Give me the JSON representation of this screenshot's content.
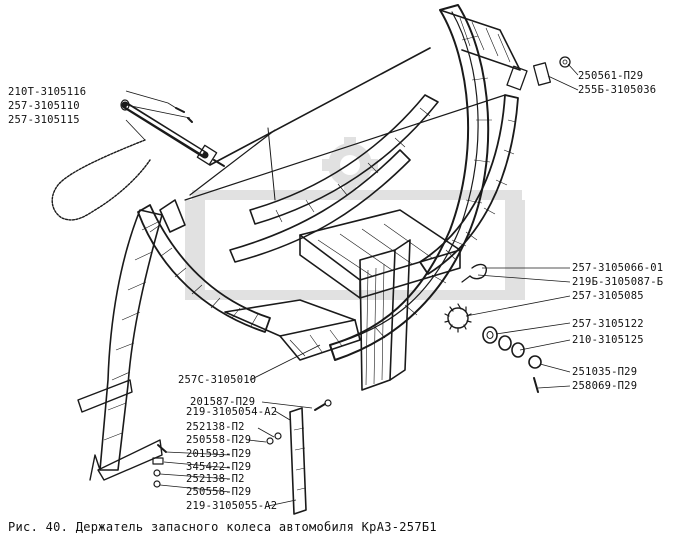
{
  "figure": {
    "caption": "Рис. 40. Держатель запасного колеса автомобиля КрАЗ-257Б1",
    "watermark_text": "ОРЕХ",
    "colors": {
      "ink": "#1a1a1a",
      "watermark": "#c9c9c9",
      "background": "#ffffff"
    }
  },
  "callouts": [
    {
      "id": "c1",
      "label": "210Т-3105116"
    },
    {
      "id": "c2",
      "label": "257-3105110"
    },
    {
      "id": "c3",
      "label": "257-3105115"
    },
    {
      "id": "c4",
      "label": "250561-П29"
    },
    {
      "id": "c5",
      "label": "255Б-3105036"
    },
    {
      "id": "c6",
      "label": "257-3105066-01"
    },
    {
      "id": "c7",
      "label": "219Б-3105087-Б"
    },
    {
      "id": "c8",
      "label": "257-3105085"
    },
    {
      "id": "c9",
      "label": "257-3105122"
    },
    {
      "id": "c10",
      "label": "210-3105125"
    },
    {
      "id": "c11",
      "label": "251035-П29"
    },
    {
      "id": "c12",
      "label": "258069-П29"
    },
    {
      "id": "c13",
      "label": "257С-3105010"
    },
    {
      "id": "c14",
      "label": "201587-П29"
    },
    {
      "id": "c15",
      "label": "219-3105054-А2"
    },
    {
      "id": "c16",
      "label": "252138-П2"
    },
    {
      "id": "c17",
      "label": "250558-П29"
    },
    {
      "id": "c18",
      "label": "201593-П29"
    },
    {
      "id": "c19",
      "label": "345422-П29"
    },
    {
      "id": "c20",
      "label": "252138-П2"
    },
    {
      "id": "c21",
      "label": "250558-П29"
    },
    {
      "id": "c22",
      "label": "219-3105055-А2"
    }
  ]
}
